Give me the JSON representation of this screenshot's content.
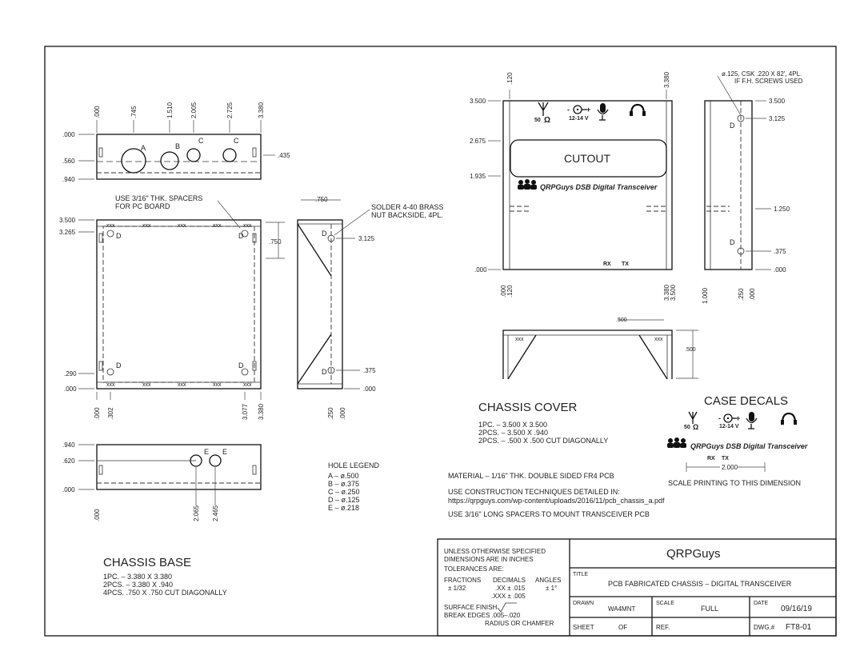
{
  "base_top": {
    "xdims": [
      ".000",
      ".745",
      "1.510",
      "2.005",
      "2.725",
      "3.380"
    ],
    "ydims": [
      ".000",
      ".560",
      ".940"
    ],
    "right_dim": ".435",
    "hole_labels": [
      "A",
      "B",
      "C",
      "C"
    ]
  },
  "base_main": {
    "spacer_note": [
      "USE 3/16\" THK. SPACERS",
      "FOR PC BOARD"
    ],
    "ydims": [
      "3.500",
      "3.265",
      ".290",
      ".000"
    ],
    "xdims": [
      ".000",
      ".302",
      "3.077",
      "3.380"
    ],
    "xxx": "xxx",
    "d": "D"
  },
  "gusset": {
    "top_dim": ".750",
    "side_dim": ".750",
    "solder_note": [
      "SOLDER 4-40 BRASS",
      "NUT BACKSIDE, 4PL."
    ],
    "right_dims": [
      "3.125",
      ".375",
      ".000"
    ],
    "bottom_dims": [
      ".250",
      ".000"
    ]
  },
  "base_side": {
    "ydims": [
      ".940",
      ".620",
      ".000"
    ],
    "xdims": [
      ".000",
      "2.065",
      "2.465"
    ],
    "hole_labels": [
      "E",
      "E"
    ]
  },
  "hole_legend": {
    "title": "HOLE LEGEND",
    "items": [
      "A – ø.500",
      "B – ø.375",
      "C – ø.250",
      "D – ø.125",
      "E – ø.218"
    ]
  },
  "chassis_base": {
    "title": "CHASSIS BASE",
    "lines": [
      "1PC. – 3.380 X 3.380",
      "2PCS. – 3.380 X .940",
      "4PCS. .750 X .750 CUT DIAGONALLY"
    ]
  },
  "cover_front": {
    "top_dims": [
      ".120",
      "3.380"
    ],
    "ydims": [
      "3.500",
      "2.675",
      "1.935",
      ".000"
    ],
    "bottom_dims": [
      ".000",
      ".120",
      "3.380",
      "3.500"
    ],
    "cutout": "CUTOUT",
    "ohms": "50",
    "ohm_symbol": "Ω",
    "voltage": "12-14 V",
    "brand_text": "QRPGuys DSB Digital Transceiver",
    "rx": "RX",
    "tx": "TX"
  },
  "cover_side": {
    "note": [
      "ø.125, CSK .220 X 82', 4PL.",
      "IF F.H. SCREWS USED"
    ],
    "right_dims": [
      "3.500",
      "3.125",
      "1.250",
      ".375",
      ".000"
    ],
    "bottom_dims": [
      "1.000",
      ".250",
      ".000"
    ],
    "d": "D"
  },
  "cover_bottom": {
    "dims": [
      ".500",
      ".500"
    ],
    "xxx": "xxx"
  },
  "chassis_cover": {
    "title": "CHASSIS COVER",
    "lines": [
      "1PC. – 3.500 X 3.500",
      "2PCS. – 3.500 X .940",
      "2PCS. – .500 X .500 CUT DIAGONALLY"
    ]
  },
  "case_decals": {
    "title": "CASE DECALS",
    "ohms": "50",
    "ohm_symbol": "Ω",
    "voltage": "12-14 V",
    "brand_text": "QRPGuys DSB Digital Transceiver",
    "rx": "RX",
    "tx": "TX",
    "dimension": "2.000",
    "scale_note": "SCALE PRINTING TO THIS DIMENSION"
  },
  "notes": {
    "material": "MATERIAL – 1/16\" THK. DOUBLE SIDED FR4 PCB",
    "construction": "USE CONSTRUCTION TECHNIQUES DETAILED IN:",
    "url": "https://qrpguys.com/wp-content/uploads/2016/11/pcb_chassis_a.pdf",
    "spacers": "USE 3/16\" LONG SPACERS TO MOUNT TRANSCEIVER PCB"
  },
  "title_block": {
    "tolerance_lines": [
      "UNLESS OTHERWISE SPECIFIED",
      "DIMENSIONS ARE IN INCHES",
      "TOLERANCES ARE:"
    ],
    "tol_headers": [
      "FRACTIONS",
      "DECIMALS",
      "ANGLES"
    ],
    "tol_values": [
      "± 1/32",
      ".XX ± .015",
      "± 1°"
    ],
    "tol_value3": ".XXX ± .005",
    "surface": "SURFACE FINISH",
    "break_edges": [
      "BREAK EDGES .005–.020",
      "RADIUS OR CHAMFER"
    ],
    "company": "QRPGuys",
    "title_label": "TITLE",
    "title": "PCB FABRICATED CHASSIS – DIGITAL TRANSCEIVER",
    "drawn_label": "DRAWN",
    "drawn": "WA4MNT",
    "scale_label": "SCALE",
    "scale": "FULL",
    "date_label": "DATE",
    "date": "09/16/19",
    "sheet_label": "SHEET",
    "sheet_of": "OF",
    "ref_label": "REF.",
    "dwg_label": "DWG.#",
    "dwg": "FT8-01"
  }
}
